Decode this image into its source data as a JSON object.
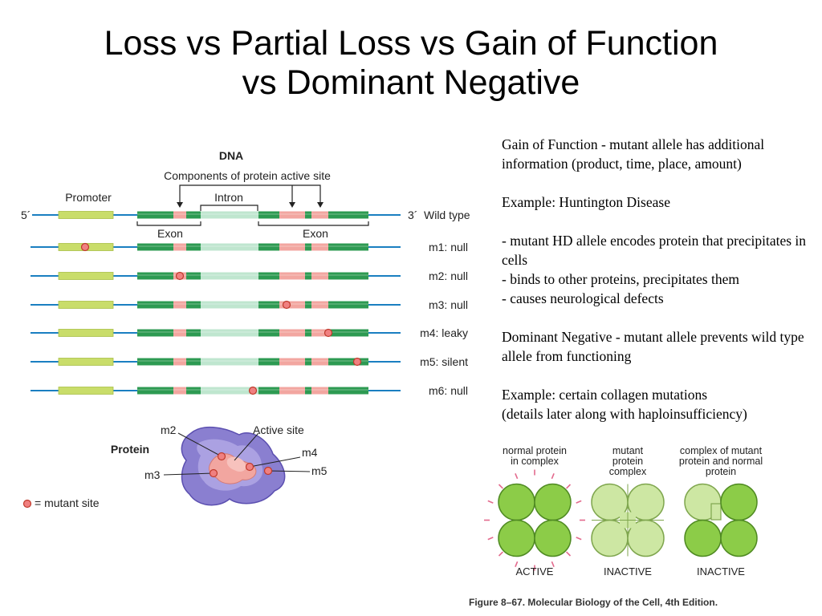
{
  "title": {
    "line1": "Loss vs Partial Loss vs Gain of Function",
    "line2": "vs Dominant Negative"
  },
  "notes": [
    "Gain of Function - mutant allele has additional information (product, time, place, amount)",
    "",
    "Example: Huntington Disease",
    "",
    "- mutant HD allele encodes protein that precipitates in cells",
    "- binds to other proteins, precipitates them",
    "- causes neurological defects",
    "",
    "Dominant Negative - mutant allele prevents wild type allele from functioning",
    "",
    "Example: certain collagen mutations",
    "(details later along with haploinsufficiency)"
  ],
  "dna": {
    "heading": "DNA",
    "components_label": "Components of protein active site",
    "promoter": "Promoter",
    "intron": "Intron",
    "exon_left": "Exon",
    "exon_right": "Exon",
    "five_prime": "5´",
    "three_prime": "3´",
    "rows": [
      {
        "label": "Wild type",
        "mutation": null
      },
      {
        "label": "m1: null",
        "mutation": "promoter"
      },
      {
        "label": "m2: null",
        "mutation": "site1"
      },
      {
        "label": "m3: null",
        "mutation": "site2"
      },
      {
        "label": "m4: leaky",
        "mutation": "site3"
      },
      {
        "label": "m5: silent",
        "mutation": "exon-end"
      },
      {
        "label": "m6: null",
        "mutation": "intron"
      }
    ]
  },
  "protein": {
    "heading": "Protein",
    "active_site": "Active site",
    "m2": "m2",
    "m3": "m3",
    "m4": "m4",
    "m5": "m5",
    "legend": "= mutant site"
  },
  "complexes": {
    "headers": [
      "normal protein\nin complex",
      "mutant\nprotein\ncomplex",
      "complex of mutant\nprotein and normal\nprotein"
    ],
    "states": [
      "ACTIVE",
      "INACTIVE",
      "INACTIVE"
    ]
  },
  "caption": "Figure 8–67. Molecular Biology of the Cell, 4th Edition.",
  "colors": {
    "line_blue": "#1a7fc1",
    "exon_green": "#2d9a52",
    "promoter_yellow": "#c9dd6a",
    "site_pink": "#f2a6a0",
    "intron_light": "#bfe6cf",
    "mutation_red": "#d9423f",
    "protein_purple": "#8a7fd0",
    "normal_green": "#8ccc48",
    "mutant_light_green": "#cde7a3",
    "ray_pink": "#e36a8d"
  }
}
